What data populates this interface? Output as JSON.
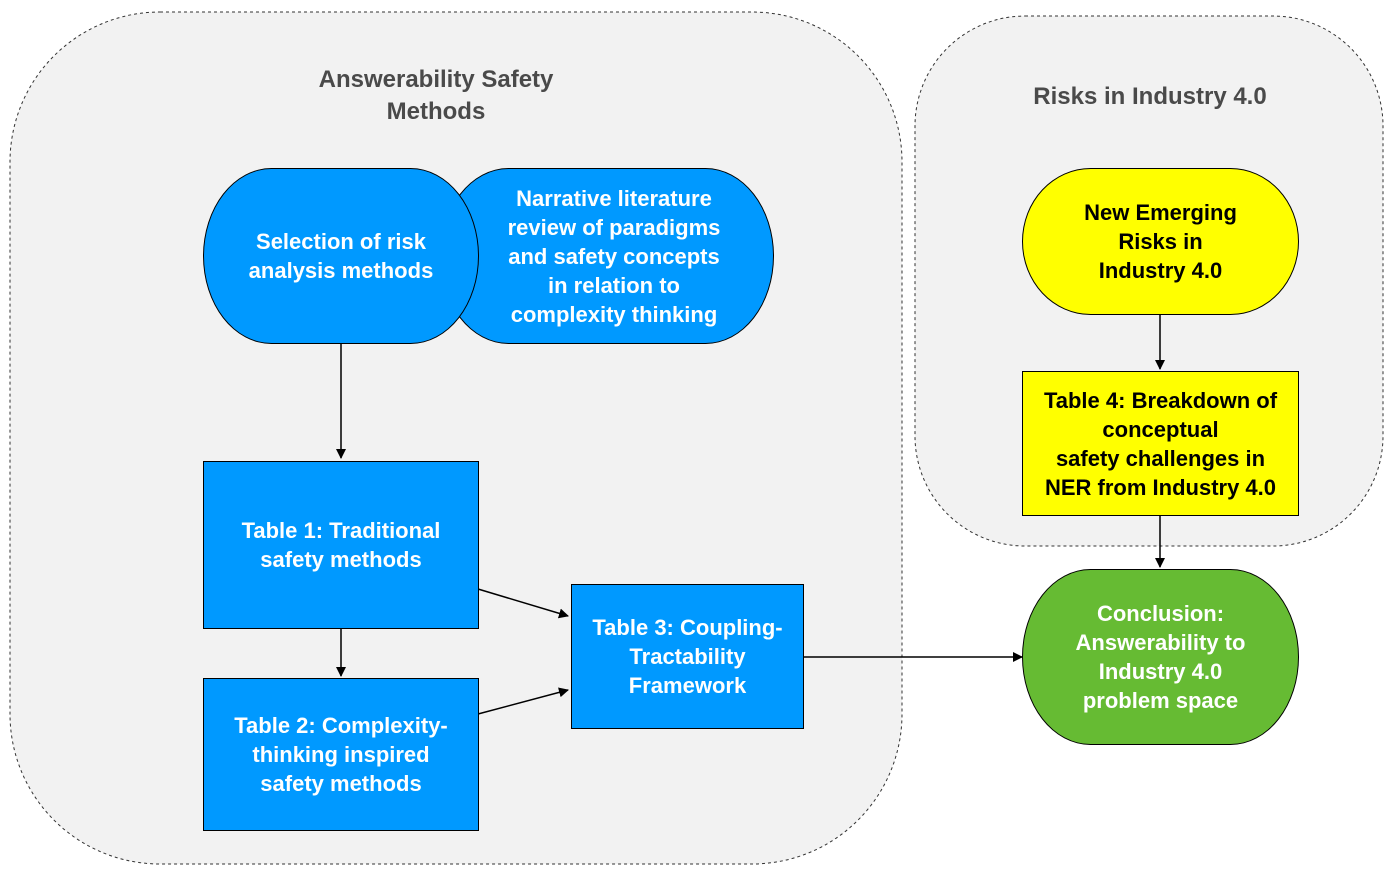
{
  "groups": {
    "left_title_line1": "Answerability Safety",
    "left_title_line2": "Methods",
    "right_title": "Risks in Industry 4.0"
  },
  "nodes": {
    "selection": [
      "Selection of risk",
      "analysis methods"
    ],
    "narrative": [
      "Narrative literature",
      "review of paradigms",
      "and safety concepts",
      "in relation to",
      "complexity thinking"
    ],
    "table1": [
      "Table 1: Traditional",
      "safety methods"
    ],
    "table2": [
      "Table 2: Complexity-",
      "thinking inspired",
      "safety methods"
    ],
    "table3": [
      "Table 3: Coupling-",
      "Tractability",
      "Framework"
    ],
    "new_risks": [
      "New Emerging",
      "Risks in",
      "Industry 4.0"
    ],
    "table4": [
      "Table 4: Breakdown of",
      "conceptual",
      "safety challenges in",
      "NER from Industry 4.0"
    ],
    "conclusion": [
      "Conclusion:",
      "Answerability to",
      "Industry 4.0",
      "problem space"
    ]
  },
  "colors": {
    "blue": "#0099ff",
    "yellow": "#ffff00",
    "green": "#66bb33",
    "group_fill": "#f2f2f2"
  }
}
